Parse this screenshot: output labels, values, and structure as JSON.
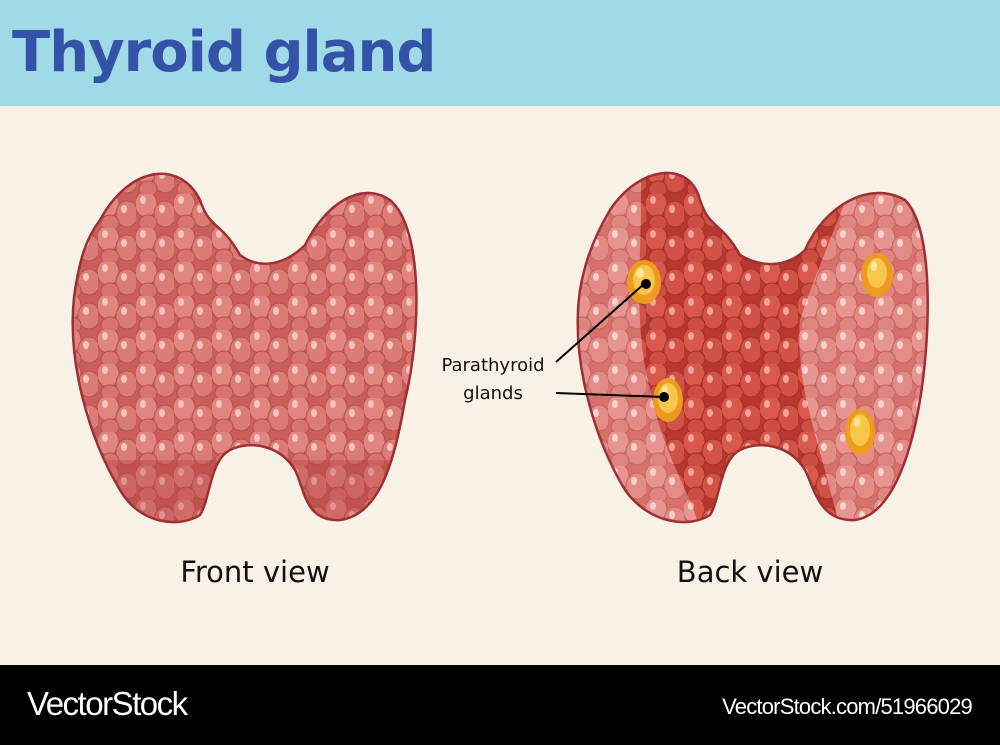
{
  "header": {
    "title": "Thyroid gland",
    "background_color": "#a0dae6",
    "title_color": "#3352a8"
  },
  "diagram": {
    "background_color": "#f8f1e6",
    "views": [
      {
        "id": "front",
        "caption": "Front view",
        "tissue_color": "#d9716b",
        "outline_color": "#9e2f35"
      },
      {
        "id": "back",
        "caption": "Back view",
        "tissue_color": "#d55a4e",
        "outline_color": "#9e2f35"
      }
    ],
    "callout": {
      "label_line1": "Parathyroid",
      "label_line2": "glands",
      "parathyroid_color": "#f2a926",
      "parathyroid_count": 4
    }
  },
  "footer": {
    "brand": "VectorStock",
    "reference": "VectorStock.com/51966029"
  }
}
